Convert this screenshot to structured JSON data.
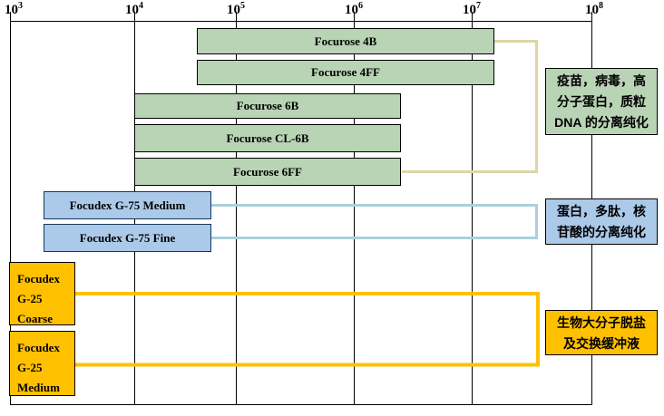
{
  "colors": {
    "green_fill": "#b9d3b5",
    "green_border": "#000000",
    "blue_fill": "#abc9e8",
    "blue_border": "#17375d",
    "yellow_fill": "#ffc000",
    "yellow_border": "#000000",
    "beige_line": "#dcd6a4",
    "blue_line": "#abd0da",
    "yellow_line": "#ffc000",
    "grid_line": "#000000",
    "text": "#000000"
  },
  "axis": {
    "ticks": [
      {
        "base": "10",
        "exp": "3"
      },
      {
        "base": "10",
        "exp": "4"
      },
      {
        "base": "10",
        "exp": "5"
      },
      {
        "base": "10",
        "exp": "6"
      },
      {
        "base": "10",
        "exp": "7"
      },
      {
        "base": "10",
        "exp": "8"
      }
    ]
  },
  "bars": {
    "focurose_4b": {
      "label": "Focurose 4B"
    },
    "focurose_4ff": {
      "label": "Focurose 4FF"
    },
    "focurose_6b": {
      "label": "Focurose 6B"
    },
    "focurose_cl6b": {
      "label": "Focurose CL-6B"
    },
    "focurose_6ff": {
      "label": "Focurose 6FF"
    },
    "g75_medium": {
      "label": "Focudex G-75 Medium"
    },
    "g75_fine": {
      "label": "Focudex G-75 Fine"
    },
    "g25_coarse": {
      "lines": [
        "Focudex",
        "G-25",
        "Coarse"
      ]
    },
    "g25_medium": {
      "lines": [
        "Focudex",
        "G-25",
        "Medium"
      ]
    }
  },
  "annotations": {
    "green": {
      "lines": [
        "疫苗，病毒，高",
        "分子蛋白，质粒",
        "DNA 的分离纯化"
      ]
    },
    "blue": {
      "lines": [
        "蛋白，多肽，核",
        "苷酸的分离纯化"
      ]
    },
    "yellow": {
      "lines": [
        "生物大分子脱盐",
        "及交换缓冲液"
      ]
    }
  },
  "chart_data": {
    "type": "bar",
    "orientation": "horizontal-range",
    "title": "",
    "x_axis": {
      "scale": "log10",
      "range": [
        1000,
        100000000
      ],
      "tick_labels": [
        "10³",
        "10⁴",
        "10⁵",
        "10⁶",
        "10⁷",
        "10⁸"
      ]
    },
    "grid": "vertical",
    "legend": false,
    "series": [
      {
        "name": "Focurose 4B",
        "range": [
          40000,
          15000000
        ],
        "group": "疫苗，病毒，高分子蛋白，质粒DNA的分离纯化",
        "color": "green"
      },
      {
        "name": "Focurose 4FF",
        "range": [
          40000,
          15000000
        ],
        "group": "疫苗，病毒，高分子蛋白，质粒DNA的分离纯化",
        "color": "green"
      },
      {
        "name": "Focurose 6B",
        "range": [
          10000,
          2500000
        ],
        "group": "疫苗，病毒，高分子蛋白，质粒DNA的分离纯化",
        "color": "green"
      },
      {
        "name": "Focurose CL-6B",
        "range": [
          10000,
          2500000
        ],
        "group": "疫苗，病毒，高分子蛋白，质粒DNA的分离纯化",
        "color": "green"
      },
      {
        "name": "Focurose 6FF",
        "range": [
          10000,
          2500000
        ],
        "group": "疫苗，病毒，高分子蛋白，质粒DNA的分离纯化",
        "color": "green"
      },
      {
        "name": "Focudex G-75 Medium",
        "range": [
          2000,
          60000
        ],
        "group": "蛋白，多肽，核苷酸的分离纯化",
        "color": "blue"
      },
      {
        "name": "Focudex G-75 Fine",
        "range": [
          2000,
          60000
        ],
        "group": "蛋白，多肽，核苷酸的分离纯化",
        "color": "blue"
      },
      {
        "name": "Focudex G-25 Coarse",
        "range": [
          1000,
          3000
        ],
        "group": "生物大分子脱盐及交换缓冲液",
        "color": "yellow"
      },
      {
        "name": "Focudex G-25 Medium",
        "range": [
          1000,
          3000
        ],
        "group": "生物大分子脱盐及交换缓冲液",
        "color": "yellow"
      }
    ]
  }
}
